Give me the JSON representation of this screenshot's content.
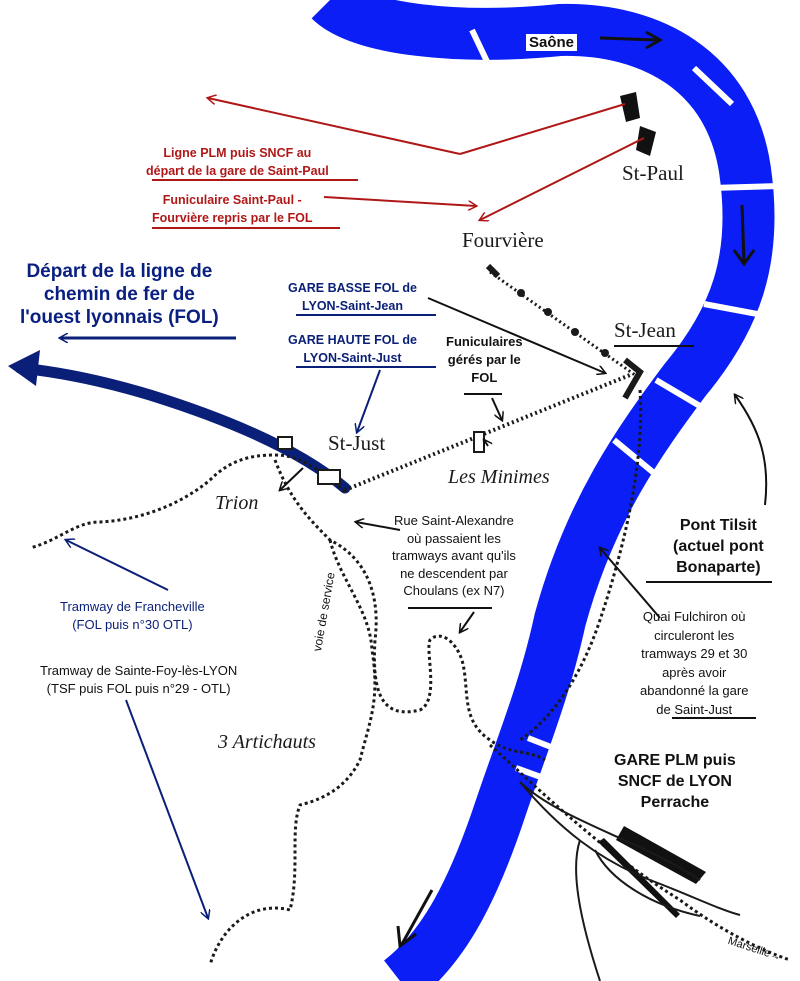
{
  "river": {
    "name": "Saône",
    "color": "#0a1ef5"
  },
  "places": {
    "st_paul": "St-Paul",
    "fourviere": "Fourvière",
    "st_jean": "St-Jean",
    "st_just": "St-Just",
    "trion": "Trion",
    "les_minimes": "Les Minimes",
    "trois_artichauts": "3 Artichauts",
    "voie_service": "voie de service",
    "marseille": "Marseille→"
  },
  "labels": {
    "ligne_plm": [
      "Ligne PLM puis SNCF au",
      "départ de la gare de Saint-Paul"
    ],
    "funiculaire_st_paul": [
      "Funiculaire Saint-Paul -",
      "Fourvière repris par le FOL"
    ],
    "depart_fol": [
      "Départ de la ligne de",
      "chemin de fer de",
      "l'ouest lyonnais (FOL)"
    ],
    "gare_basse": [
      "GARE BASSE FOL de",
      "LYON-Saint-Jean"
    ],
    "gare_haute": [
      "GARE HAUTE FOL de",
      "LYON-Saint-Just"
    ],
    "funiculaires_fol": [
      "Funiculaires",
      "gérés par le",
      "FOL"
    ],
    "rue_st_alexandre": [
      "Rue Saint-Alexandre",
      "où passaient les",
      "tramways avant qu'ils",
      "ne descendent   par",
      "Choulans (ex N7)"
    ],
    "pont_tilsit": [
      "Pont Tilsit",
      "(actuel pont",
      "Bonaparte)"
    ],
    "quai_fulchiron": [
      "Quai Fulchiron où",
      "circuleront les",
      "tramways 29 et 30",
      "après avoir",
      "abandonné la gare",
      "de Saint-Just"
    ],
    "tram_francheville": [
      "Tramway de Francheville",
      "(FOL puis n°30 OTL)"
    ],
    "tram_ste_foy": [
      "Tramway de Sainte-Foy-lès-LYON",
      "(TSF puis FOL puis n°29 - OTL)"
    ],
    "gare_perrache": [
      "GARE PLM puis",
      "SNCF de LYON",
      "Perrache"
    ]
  },
  "colors": {
    "red": "#b01818",
    "navy": "#0a1f78",
    "rail": "#1a1a1a"
  }
}
